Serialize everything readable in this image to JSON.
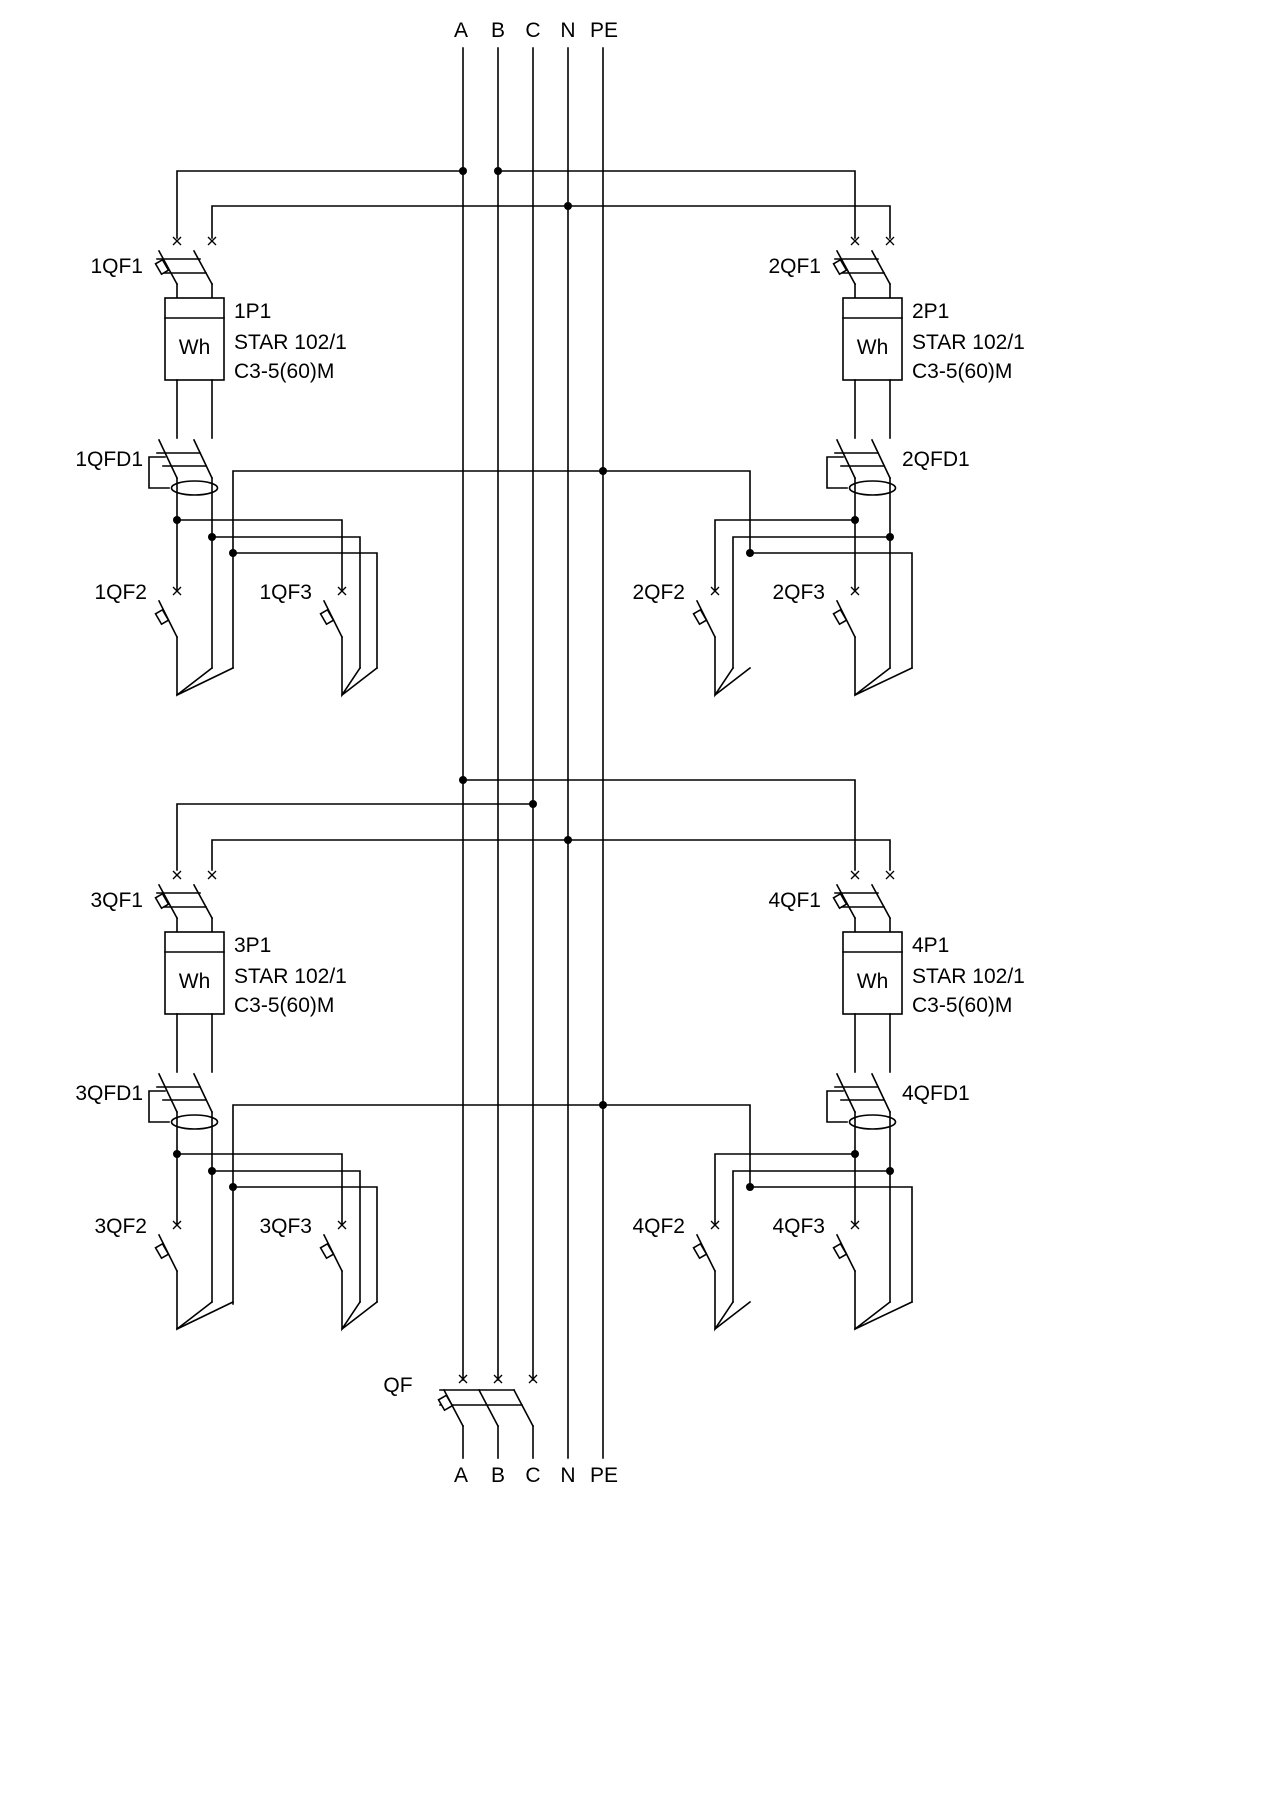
{
  "buses": {
    "top": [
      "A",
      "B",
      "C",
      "N",
      "PE"
    ],
    "bottom": [
      "A",
      "B",
      "C",
      "N",
      "PE"
    ]
  },
  "main_breaker": "QF",
  "groups": [
    {
      "id": "1",
      "breaker": "1QF1",
      "meter_symbol": "Wh",
      "meter_ref": "1P1",
      "meter_model": "STAR 102/1",
      "meter_rating": "C3-5(60)M",
      "rcd": "1QFD1",
      "out1": "1QF2",
      "out2": "1QF3"
    },
    {
      "id": "2",
      "breaker": "2QF1",
      "meter_symbol": "Wh",
      "meter_ref": "2P1",
      "meter_model": "STAR 102/1",
      "meter_rating": "C3-5(60)M",
      "rcd": "2QFD1",
      "out1": "2QF2",
      "out2": "2QF3"
    },
    {
      "id": "3",
      "breaker": "3QF1",
      "meter_symbol": "Wh",
      "meter_ref": "3P1",
      "meter_model": "STAR 102/1",
      "meter_rating": "C3-5(60)M",
      "rcd": "3QFD1",
      "out1": "3QF2",
      "out2": "3QF3"
    },
    {
      "id": "4",
      "breaker": "4QF1",
      "meter_symbol": "Wh",
      "meter_ref": "4P1",
      "meter_model": "STAR 102/1",
      "meter_rating": "C3-5(60)M",
      "rcd": "4QFD1",
      "out1": "4QF2",
      "out2": "4QF3"
    }
  ]
}
